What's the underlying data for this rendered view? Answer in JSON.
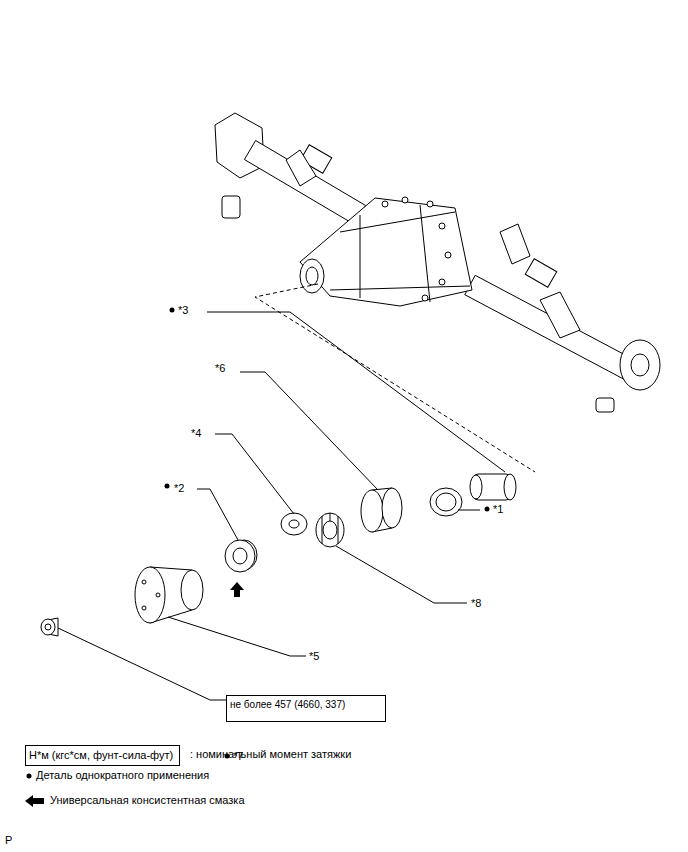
{
  "diagram": {
    "nodes": [
      {
        "text": [
          "не более 457 (4660, 337)"
        ]
      },
      {
        "text": [
          "Н*м (кгс*см, фунт-сила-фут)"
        ]
      }
    ],
    "labels": [
      "*3",
      "*6",
      "*4",
      "*2",
      "*8",
      "*1",
      "*5",
      "*7",
      ": номинальный момент затяжки",
      "P"
    ],
    "legend": [
      {
        "text": "Деталь однократного применения"
      },
      {
        "text": "Универсальная консистентная смазка"
      }
    ]
  }
}
